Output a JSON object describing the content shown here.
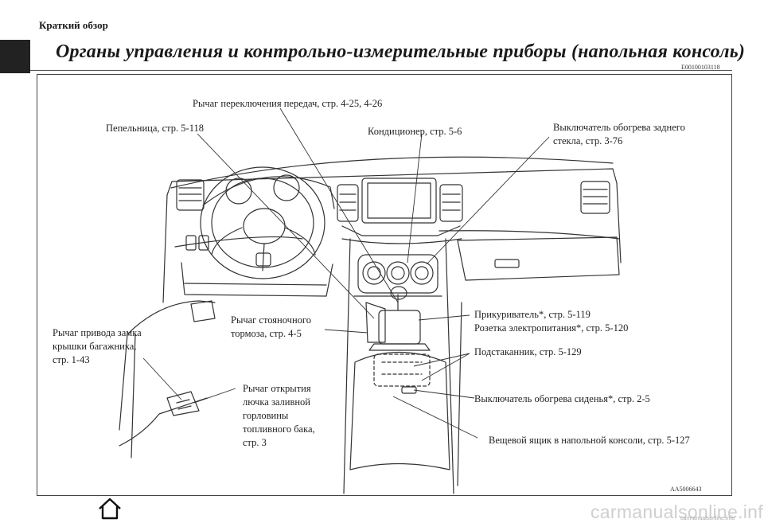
{
  "header": {
    "section": "Краткий обзор",
    "title": "Органы управления и контрольно-измерительные приборы (напольная консоль)",
    "doc_code": "E00100103118"
  },
  "figure": {
    "code": "AA5006643",
    "callouts": {
      "gear_lever": "Рычаг переключения передач, стр. 4-25, 4-26",
      "ashtray": "Пепельница, стр. 5-118",
      "air_conditioner": "Кондиционер, стр. 5-6",
      "rear_defogger": [
        "Выключатель обогрева заднего",
        "стекла, стр. 3-76"
      ],
      "trunk_release": [
        "Рычаг привода замка",
        "крышки багажника,",
        "стр. 1-43"
      ],
      "parking_brake": [
        "Рычаг стояночного",
        "тормоза, стр. 4-5"
      ],
      "cigarette_lighter": [
        "Прикуриватель*, стр. 5-119",
        "Розетка электропитания*, стр. 5-120"
      ],
      "cup_holder": "Подстаканник, стр. 5-129",
      "fuel_door": [
        "Рычаг открытия",
        "лючка заливной",
        "горловины",
        "топливного бака,",
        "стр. 3"
      ],
      "seat_heater": "Выключатель обогрева сиденья*, стр. 2-5",
      "console_box": "Вещевой ящик в напольной консоли, стр. 5-127"
    }
  },
  "footer": {
    "watermark": "carmanualsonline.info",
    "watermark_small": "carmanualsonline.info"
  }
}
